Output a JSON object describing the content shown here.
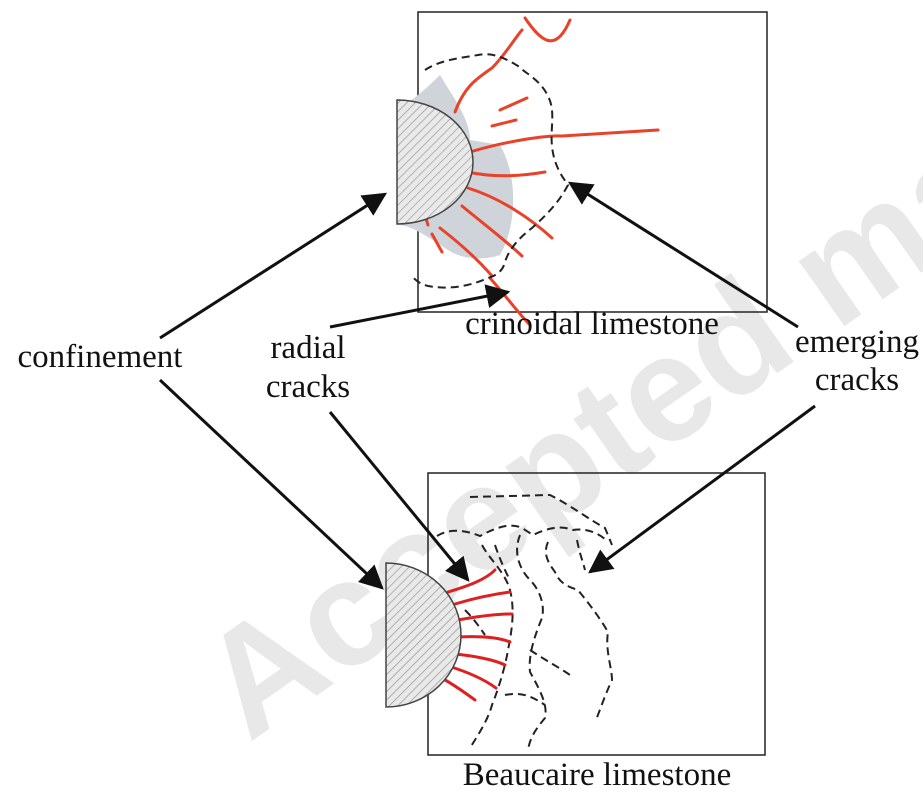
{
  "labels": {
    "top_panel": "crinoidal limestone",
    "bottom_panel": "Beaucaire limestone",
    "confinement": "confinement",
    "radial_1": "radial",
    "radial_2": "cracks",
    "emerging_1": "emerging",
    "emerging_2": "cracks"
  },
  "watermark": "Accepted manuscript",
  "colors": {
    "crack": "#e8432a",
    "crack_bottom": "#e02020",
    "damage_zone": "#cfd3da",
    "outline": "#222222",
    "watermark": "#e8e8e8"
  }
}
